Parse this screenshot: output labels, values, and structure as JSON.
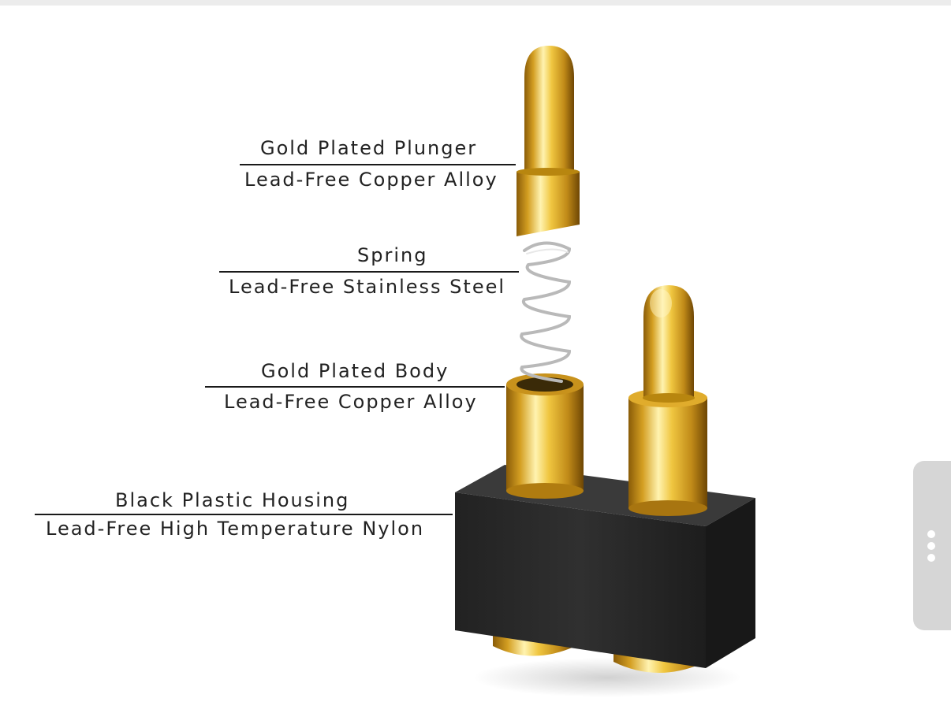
{
  "labels": [
    {
      "name": "Gold Plated Plunger",
      "material": "Lead-Free Copper Alloy"
    },
    {
      "name": "Spring",
      "material": "Lead-Free Stainless Steel"
    },
    {
      "name": "Gold Plated Body",
      "material": "Lead-Free Copper Alloy"
    },
    {
      "name": "Black Plastic Housing",
      "material": "Lead-Free High Temperature Nylon"
    }
  ],
  "colors": {
    "gold_light": "#fff2a8",
    "gold_mid": "#e5b330",
    "gold_dark": "#9a6a0c",
    "housing": "#2b2b2b",
    "spring": "#b9b9b9"
  }
}
